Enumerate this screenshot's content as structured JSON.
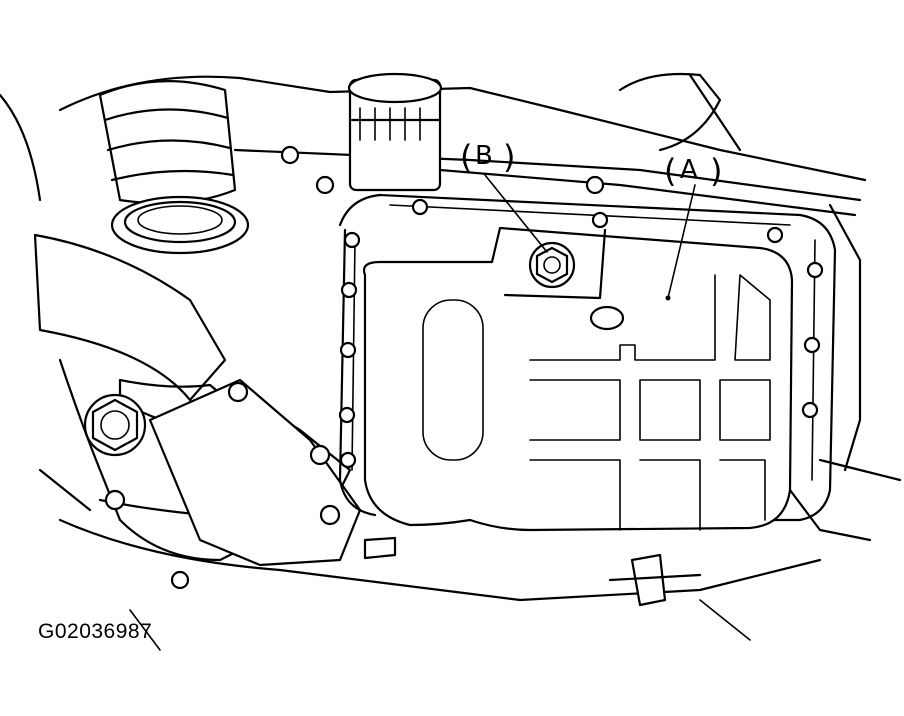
{
  "callouts": {
    "a": {
      "letter": "A"
    },
    "b": {
      "letter": "B"
    }
  },
  "figure_code": "G02036987"
}
